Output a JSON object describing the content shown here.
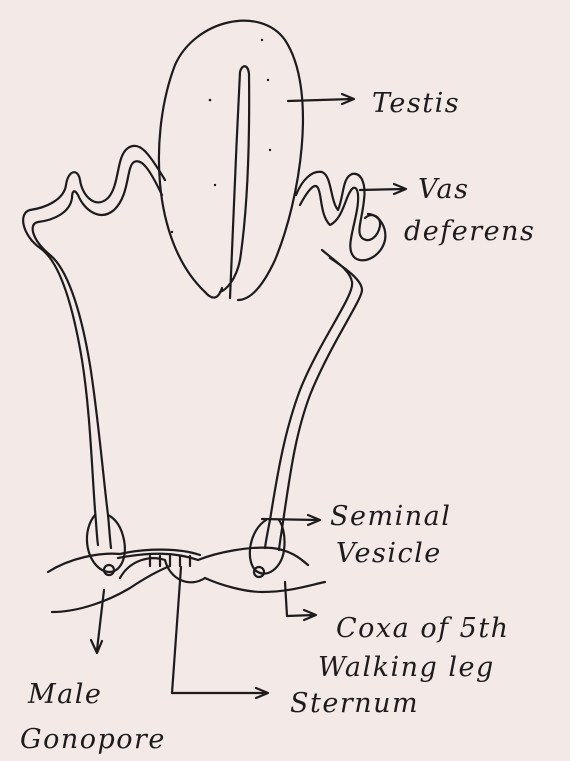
{
  "labels": {
    "testis": "Testis",
    "vas_deferens_line1": "Vas",
    "vas_deferens_line2": "deferens",
    "seminal_vesicle_line1": "Seminal",
    "seminal_vesicle_line2": "Vesicle",
    "coxa_line1": "Coxa of 5th",
    "coxa_line2": "Walking leg",
    "male_gonopore_line1": "Male",
    "male_gonopore_line2": "Gonopore",
    "sternum": "Sternum"
  },
  "colors": {
    "paper": "#f3e9e7",
    "ink": "#1e1b1d"
  }
}
